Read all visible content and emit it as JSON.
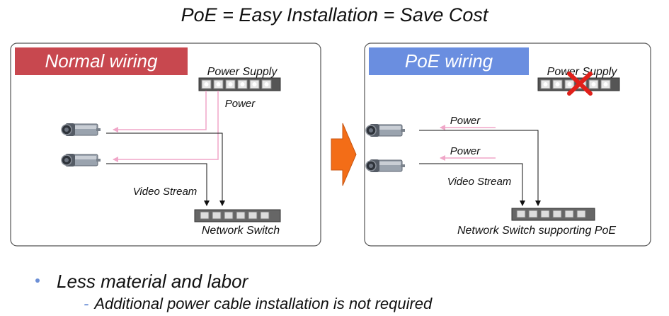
{
  "title": "PoE = Easy Installation = Save Cost",
  "normal_panel": {
    "heading": "Normal wiring",
    "power_supply": "Power Supply",
    "power_label": "Power",
    "video_label": "Video Stream",
    "switch_label": "Network Switch"
  },
  "poe_panel": {
    "heading": "PoE wiring",
    "power_supply": "Power Supply",
    "power_label_1": "Power",
    "power_label_2": "Power",
    "video_label": "Video Stream",
    "switch_label": "Network Switch supporting PoE"
  },
  "bullets": [
    {
      "text": "Less material and labor",
      "sub": "Additional power cable installation is not required"
    }
  ],
  "colors": {
    "normal_heading_bg": "#c8484f",
    "poe_heading_bg": "#6a8ee0",
    "power_line": "#f0a6c8",
    "arrow": "#f36d17",
    "cross": "#e0201a"
  }
}
